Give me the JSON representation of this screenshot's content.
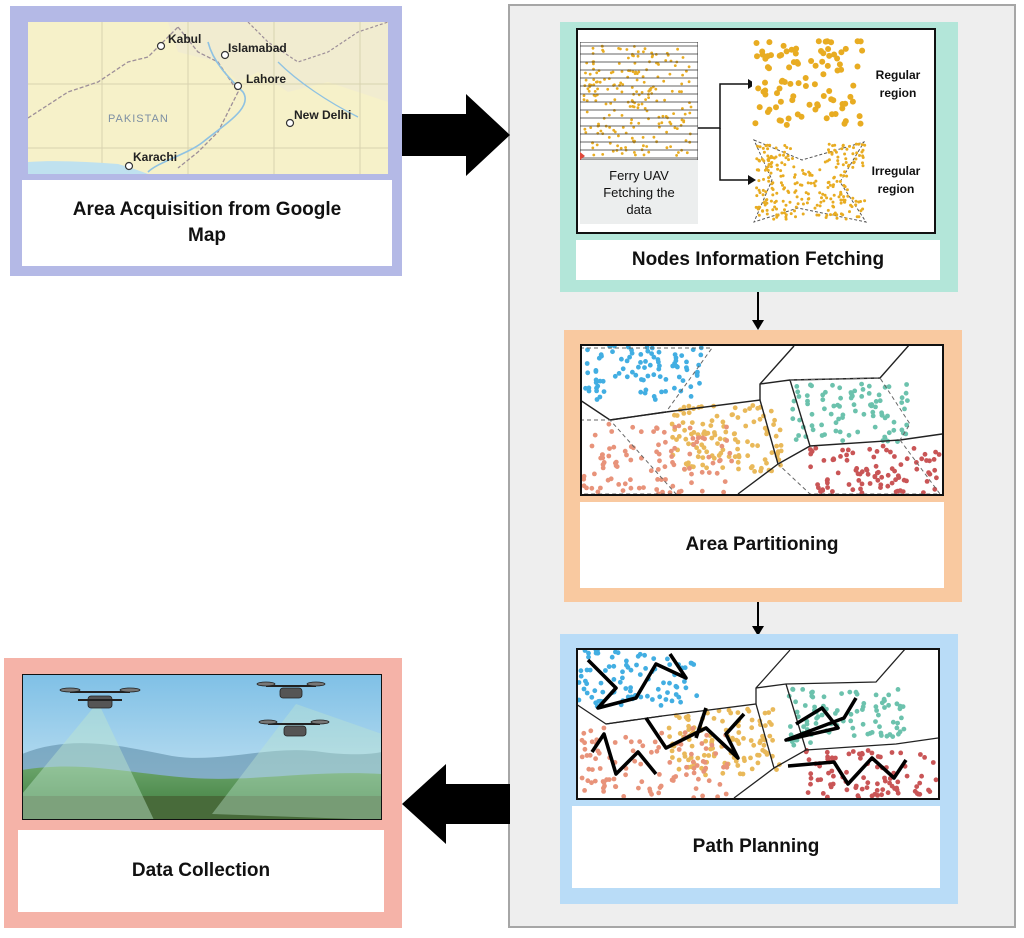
{
  "map_panel": {
    "caption_line1": "Area Acquisition from Google",
    "caption_line2": "Map",
    "cities": [
      "Kabul",
      "Islamabad",
      "Lahore",
      "New Delhi",
      "Karachi"
    ],
    "country": "PAKISTAN"
  },
  "fetch_panel": {
    "caption": "Nodes Information Fetching",
    "ferry_line1": "Ferry UAV",
    "ferry_line2": "Fetching the",
    "ferry_line3": "data",
    "regular_line1": "Regular",
    "regular_line2": "region",
    "irregular_line1": "Irregular",
    "irregular_line2": "region"
  },
  "partition_panel": {
    "caption": "Area Partitioning"
  },
  "path_panel": {
    "caption": "Path Planning"
  },
  "collection_panel": {
    "caption": "Data Collection"
  },
  "colors": {
    "map_border": "#b4b9e6",
    "fetch_border": "#b3e6d9",
    "partition_border": "#f9c9a0",
    "path_border": "#b9dcf7",
    "collection_border": "#f5b3a8",
    "outer_panel": "#eeeeee",
    "dot_orange": "#e8ac22",
    "dot_blue": "#42aee2",
    "dot_gold": "#e9b95a",
    "dot_teal": "#6cc2ad",
    "dot_salmon": "#e8937a",
    "dot_red": "#c95556"
  }
}
